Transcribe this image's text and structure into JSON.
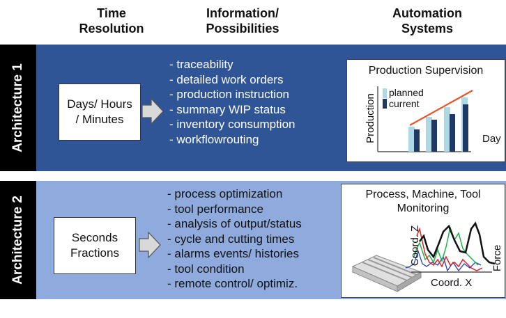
{
  "headers": [
    {
      "line1": "Time",
      "line2": "Resolution"
    },
    {
      "line1": "Information/",
      "line2": "Possibilities"
    },
    {
      "line1": "Automation",
      "line2": "Systems"
    }
  ],
  "architectures": [
    {
      "label": "Architecture 1",
      "time_line1": "Days/ Hours",
      "time_line2": "/ Minutes",
      "items": [
        "- traceability",
        "- detailed work orders",
        "- production instruction",
        "- summary WIP status",
        "- inventory consumption",
        "- workflowrouting"
      ],
      "system": {
        "title": "Production Supervision",
        "ylabel": "Production",
        "xlabel": "Day",
        "legend_planned": "planned",
        "legend_current": "current"
      }
    },
    {
      "label": "Architecture 2",
      "time_line1": "Seconds",
      "time_line2": "Fractions",
      "items": [
        "- process optimization",
        "- tool performance",
        "- analysis of output/status",
        "- cycle and cutting times",
        "- alarms events/ histories",
        "- tool condition",
        "- remote control/ optimiz."
      ],
      "system": {
        "title_line1": "Process, Machine, Tool",
        "title_line2": "Monitoring",
        "ylabel": "Coord. Z",
        "xlabel": "Coord. X",
        "ylabel_right": "Force"
      }
    }
  ],
  "colors": {
    "band1": "#2f5597",
    "band2": "#8faadc",
    "planned_bar": "#add8e6",
    "current_bar": "#1f3864",
    "trend": "#e8542a"
  }
}
